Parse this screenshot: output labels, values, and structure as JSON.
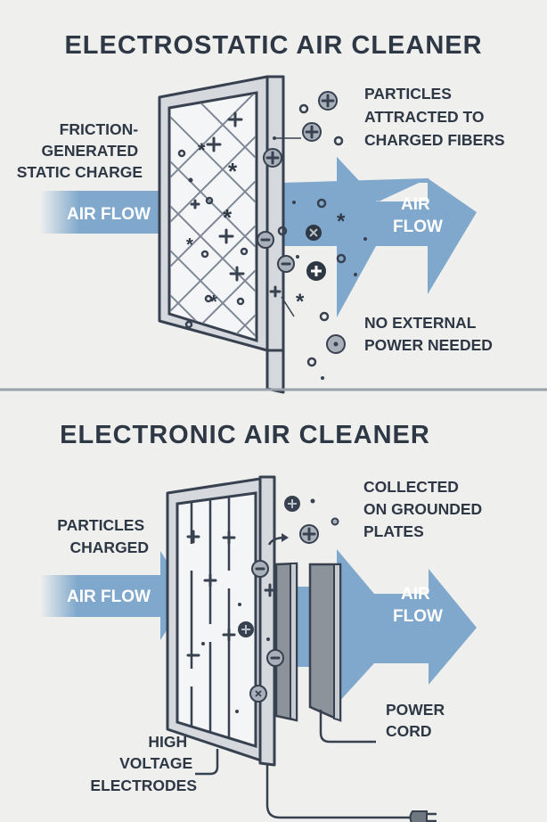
{
  "colors": {
    "background": "#efefee",
    "ink": "#2e3845",
    "arrow": "#7fa8cc",
    "frame": "#d5d8dd"
  },
  "electrostatic": {
    "title": "ELECTROSTATIC AIR CLEANER",
    "left_label": [
      "FRICTION-",
      "GENERATED",
      "STATIC CHARGE"
    ],
    "right_top_label": [
      "PARTICLES",
      "ATTRACTED TO",
      "CHARGED FIBERS"
    ],
    "right_bottom_label": [
      "NO EXTERNAL",
      "POWER NEEDED"
    ],
    "inflow": "AIR FLOW",
    "outflow": [
      "AIR",
      "FLOW"
    ]
  },
  "electronic": {
    "title": "ELECTRONIC AIR CLEANER",
    "left_label": [
      "PARTICLES",
      "CHARGED"
    ],
    "right_top_label": [
      "COLLECTED",
      "ON GROUNDED",
      "PLATES"
    ],
    "power_label": [
      "POWER",
      "CORD"
    ],
    "electrode_label": [
      "HIGH",
      "VOLTAGE",
      "ELECTRODES"
    ],
    "inflow": "AIR FLOW",
    "outflow": [
      "AIR",
      "FLOW"
    ]
  }
}
